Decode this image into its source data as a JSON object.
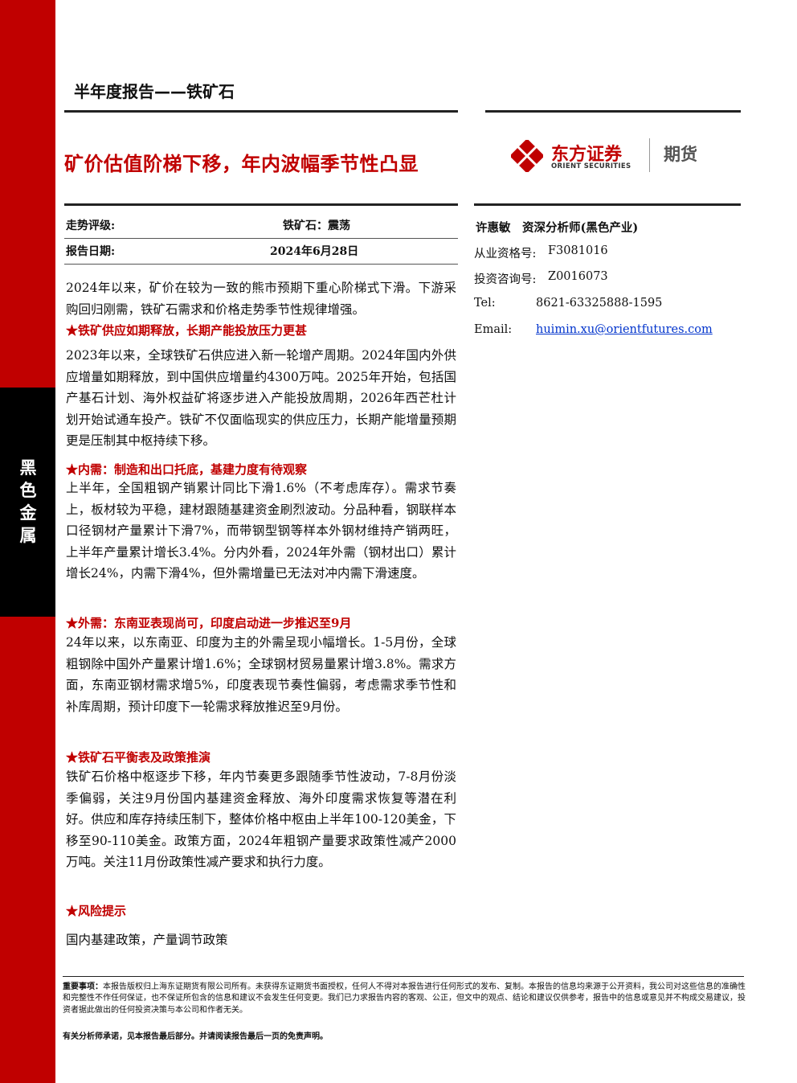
{
  "side_label": "黑色金属",
  "report_type": "半年度报告——铁矿石",
  "headline": "矿价估值阶梯下移，年内波幅季节性凸显",
  "brand": {
    "name_cn": "东方证券",
    "name_en": "ORIENT SECURITIES",
    "division": "期货",
    "colors": {
      "primary": "#c00000",
      "black": "#000000"
    }
  },
  "meta": {
    "trend_label": "走势评级:",
    "trend_value": "铁矿石：震荡",
    "date_label": "报告日期:",
    "date_value": "2024年6月28日"
  },
  "analyst": {
    "name_title": "许惠敏　资深分析师(黑色产业)",
    "qual_label": "从业资格号:",
    "qual_value": "F3081016",
    "invest_label": "投资咨询号:",
    "invest_value": "Z0016073",
    "tel_label": "Tel:",
    "tel_value": "8621-63325888-1595",
    "email_label": "Email:",
    "email_value": "huimin.xu@orientfutures.com"
  },
  "intro": "2024年以来，矿价在较为一致的熊市预期下重心阶梯式下滑。下游采购回归刚需，铁矿石需求和价格走势季节性规律增强。",
  "sections": [
    {
      "heading": "★铁矿供应如期释放，长期产能投放压力更甚",
      "body": "2023年以来，全球铁矿石供应进入新一轮增产周期。2024年国内外供应增量如期释放，到中国供应增量约4300万吨。2025年开始，包括国产基石计划、海外权益矿将逐步进入产能投放周期，2026年西芒杜计划开始试通车投产。铁矿不仅面临现实的供应压力，长期产能增量预期更是压制其中枢持续下移。"
    },
    {
      "heading": "★内需：制造和出口托底，基建力度有待观察",
      "body": "上半年，全国粗钢产销累计同比下滑1.6%（不考虑库存）。需求节奏上，板材较为平稳，建材跟随基建资金刷烈波动。分品种看，钢联样本口径钢材产量累计下滑7%，而带钢型钢等样本外钢材维持产销两旺，上半年产量累计增长3.4%。分内外看，2024年外需（钢材出口）累计增长24%，内需下滑4%，但外需增量已无法对冲内需下滑速度。"
    },
    {
      "heading": "★外需：东南亚表现尚可，印度启动进一步推迟至9月",
      "body": "24年以来，以东南亚、印度为主的外需呈现小幅增长。1-5月份，全球粗钢除中国外产量累计增1.6%；全球钢材贸易量累计增3.8%。需求方面，东南亚钢材需求增5%，印度表现节奏性偏弱，考虑需求季节性和补库周期，预计印度下一轮需求释放推迟至9月份。"
    },
    {
      "heading": "★铁矿石平衡表及政策推演",
      "body": "铁矿石价格中枢逐步下移，年内节奏更多跟随季节性波动，7-8月份淡季偏弱，关注9月份国内基建资金释放、海外印度需求恢复等潜在利好。供应和库存持续压制下，整体价格中枢由上半年100-120美金，下移至90-110美金。政策方面，2024年粗钢产量要求政策性减产2000万吨。关注11月份政策性减产要求和执行力度。"
    },
    {
      "heading": "★风险提示",
      "body": "国内基建政策，产量调节政策"
    }
  ],
  "disclaimer": {
    "label": "重要事项：",
    "text": "本报告版权归上海东证期货有限公司所有。未获得东证期货书面授权，任何人不得对本报告进行任何形式的发布、复制。本报告的信息均来源于公开资料，我公司对这些信息的准确性和完整性不作任何保证，也不保证所包含的信息和建议不会发生任何变更。我们已力求报告内容的客观、公正，但文中的观点、结论和建议仅供参考，报告中的信息或意见并不构成交易建议，投资者据此做出的任何投资决策与本公司和作者无关。",
    "note": "有关分析师承诺，见本报告最后部分。并请阅读报告最后一页的免责声明。"
  }
}
